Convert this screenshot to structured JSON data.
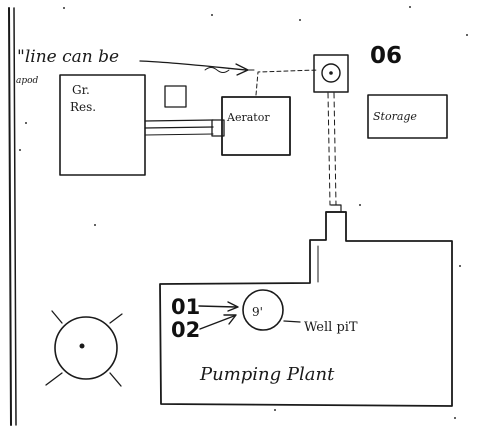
{
  "sketch": {
    "note_line1": "\"line can be",
    "note_line2": "apod",
    "ground_reservoir_line1": "Gr.",
    "ground_reservoir_line2": "Res.",
    "aerator": "Aerator",
    "pump_code": "06",
    "storage": "Storage",
    "well_code_1": "01",
    "well_code_2": "02",
    "well_pit_size": "9'",
    "well_pit": "Well piT",
    "pumping_plant": "Pumping Plant"
  },
  "colors": {
    "ink": "#1a1a1a",
    "paper": "#ffffff"
  }
}
